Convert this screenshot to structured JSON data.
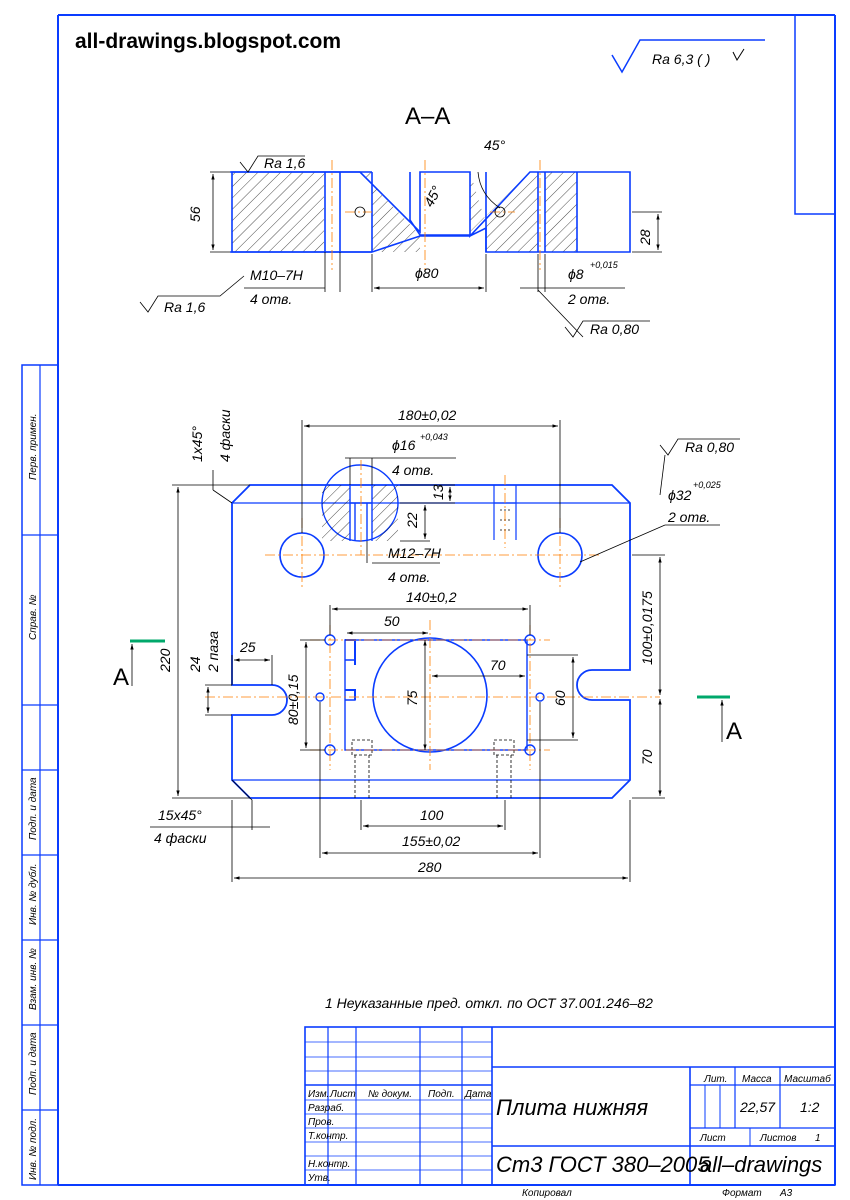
{
  "header": {
    "site": "all-drawings.blogspot.com"
  },
  "roughness": {
    "general": "Ra 6,3 (  )",
    "top_face": "Ra 1,6",
    "side": "Ra 1,6",
    "pin_hole": "Ra 0,80",
    "hole32": "Ra 0,80"
  },
  "section": {
    "title": "A–A",
    "angle_top": "45°",
    "angle_side": "45°",
    "dim_height": "56",
    "dim_depth": "28",
    "dim_bore": "ϕ80",
    "thread": "M10–7H",
    "thread_count": "4 отв.",
    "pin": "ϕ8",
    "pin_tol": "+0,015",
    "pin_count": "2 отв."
  },
  "plan": {
    "dim_180": "180±0,02",
    "bore16": "ϕ16",
    "bore16_tol": "+0,043",
    "bore16_count": "4 отв.",
    "dim_13": "13",
    "dim_22": "22",
    "m12": "M12–7H",
    "m12_count": "4 отв.",
    "hole32": "ϕ32",
    "hole32_tol": "+0,025",
    "hole32_count": "2 отв.",
    "chamfer_small": "1х45°",
    "chamfer_small_count": "4 фаски",
    "dim_220": "220",
    "dim_24": "24",
    "slot_label": "2 паза",
    "dim_25": "25",
    "dim_140": "140±0,2",
    "dim_50": "50",
    "dim_70h": "70",
    "dim_75": "75",
    "dim_60": "60",
    "dim_80": "80±0,15",
    "dim_100v": "100±0,0175",
    "dim_70v": "70",
    "chamfer_big": "15х45°",
    "chamfer_big_count": "4 фаски",
    "dim_100": "100",
    "dim_155": "155±0,02",
    "dim_280": "280",
    "cut_left": "А",
    "cut_right": "А"
  },
  "note": "1 Неуказанные пред. откл. по ОСТ 37.001.246–82",
  "side_stamp": [
    "Перв. примен.",
    "Справ. №",
    "Подп. и дата",
    "Инв. № дубл.",
    "Взам. инв. №",
    "Подп. и дата",
    "Инв. № подл."
  ],
  "title_block": {
    "cols": [
      "Изм.",
      "Лист",
      "№ докум.",
      "Подп.",
      "Дата"
    ],
    "rows": [
      "Разраб.",
      "Пров.",
      "Т.контр.",
      "Н.контр.",
      "Утв."
    ],
    "name": "Плита нижняя",
    "material": "Ст3 ГОСТ 380–2005",
    "company": "all–drawings",
    "lit": "Лит.",
    "mass_label": "Масса",
    "scale_label": "Масштаб",
    "mass": "22,57",
    "scale": "1:2",
    "sheet": "Лист",
    "sheets": "Листов",
    "sheets_count": "1",
    "copied": "Копировал",
    "format": "Формат",
    "format_val": "А3"
  }
}
